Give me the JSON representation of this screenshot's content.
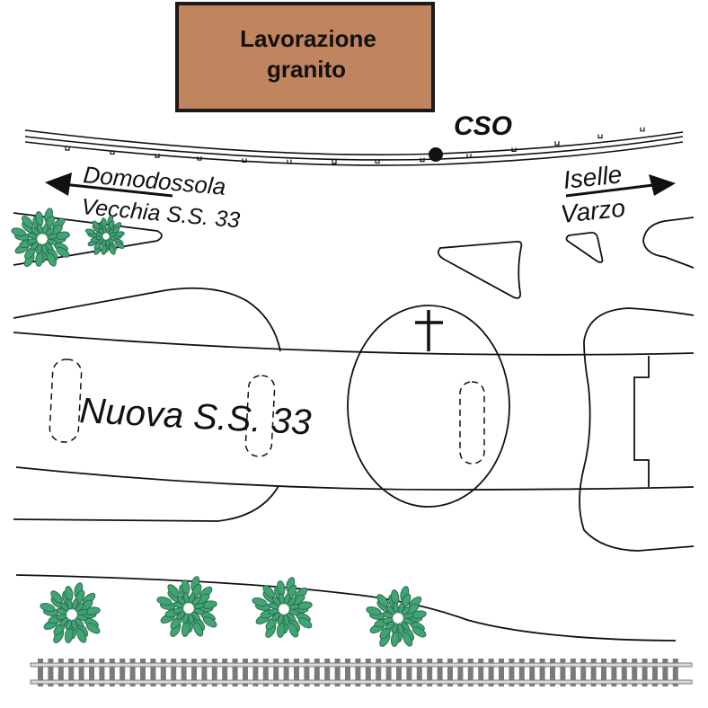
{
  "map": {
    "building": {
      "line1": "Lavorazione",
      "line2": "granito",
      "fill_color": "#c0845f"
    },
    "station_label": "CSO",
    "direction_left": "Domodossola",
    "old_road": "Vecchia S.S. 33",
    "direction_right_line1": "Iselle",
    "direction_right_line2": "Varzo",
    "new_road": "Nuova S.S. 33",
    "cross_symbol": "†",
    "colors": {
      "tree": "#3fa672",
      "tree_outline": "#2d6b55",
      "rail": "#7a7a7a",
      "line": "#111111"
    }
  }
}
